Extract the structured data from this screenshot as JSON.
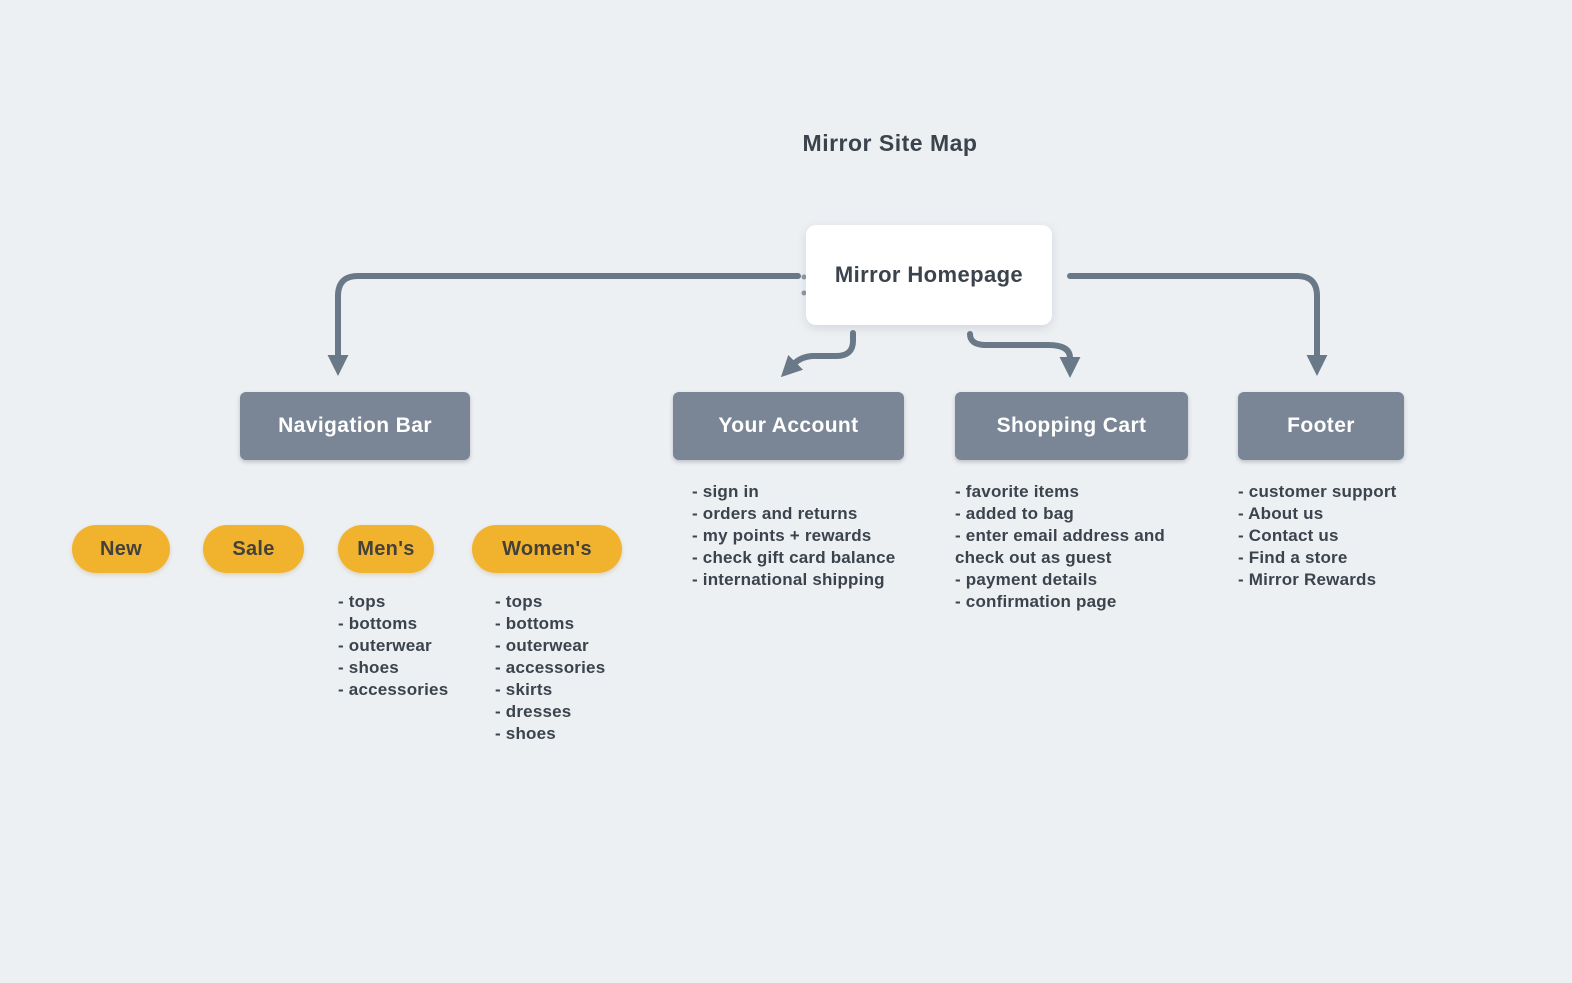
{
  "title": "Mirror Site Map",
  "root": {
    "label": "Mirror Homepage"
  },
  "sections": [
    {
      "label": "Navigation Bar",
      "items": []
    },
    {
      "label": "Your Account",
      "items": [
        "sign in",
        "orders and returns",
        "my points + rewards",
        "check gift card balance",
        "international shipping"
      ]
    },
    {
      "label": "Shopping Cart",
      "items": [
        "favorite items",
        "added to bag",
        "enter email address and\ncheck out as guest",
        "payment details",
        "confirmation page"
      ]
    },
    {
      "label": "Footer",
      "items": [
        "customer support",
        "About us",
        "Contact us",
        "Find a store",
        "Mirror Rewards"
      ]
    }
  ],
  "nav_pills": [
    {
      "label": "New",
      "items": []
    },
    {
      "label": "Sale",
      "items": []
    },
    {
      "label": "Men's",
      "items": [
        "tops",
        "bottoms",
        "outerwear",
        "shoes",
        "accessories"
      ]
    },
    {
      "label": "Women's",
      "items": [
        "tops",
        "bottoms",
        "outerwear",
        "accessories",
        "skirts",
        "dresses",
        "shoes"
      ]
    }
  ],
  "list_item_prefix": "- ",
  "colors": {
    "background": "#edf0f3",
    "node_fill": "#7a8695",
    "node_text": "#ffffff",
    "root_fill": "#ffffff",
    "accent_yellow": "#f1b32e",
    "pill_text": "#44413a",
    "connector": "#6a7988",
    "text": "#3b434d"
  }
}
